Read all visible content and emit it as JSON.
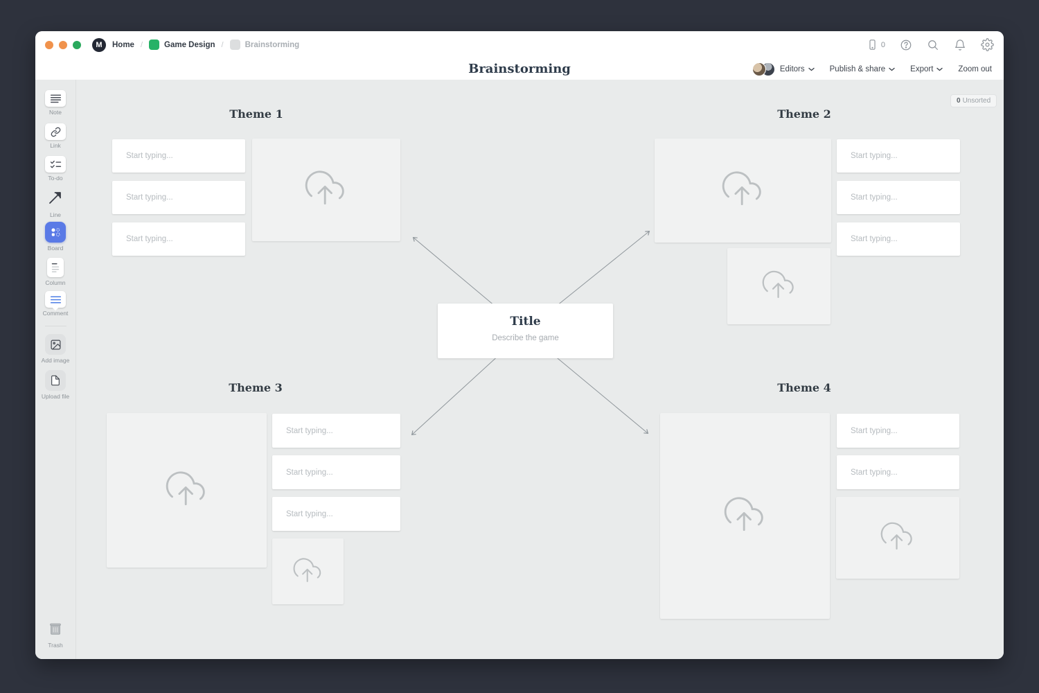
{
  "titlebar": {
    "breadcrumbs": [
      {
        "label": "Home"
      },
      {
        "label": "Game Design"
      },
      {
        "label": "Brainstorming"
      }
    ],
    "separator": "/",
    "device_count": "0"
  },
  "header": {
    "title": "Brainstorming",
    "editors_label": "Editors",
    "publish_share_label": "Publish & share",
    "export_label": "Export",
    "zoom_out_label": "Zoom out"
  },
  "sidebar": {
    "tools": [
      {
        "label": "Note",
        "icon": "note-icon"
      },
      {
        "label": "Link",
        "icon": "link-icon"
      },
      {
        "label": "To-do",
        "icon": "todo-icon"
      },
      {
        "label": "Line",
        "icon": "line-arrow-icon"
      },
      {
        "label": "Board",
        "icon": "board-icon",
        "active": true
      },
      {
        "label": "Column",
        "icon": "column-icon"
      },
      {
        "label": "Comment",
        "icon": "comment-icon"
      },
      {
        "label": "Add image",
        "icon": "add-image-icon"
      },
      {
        "label": "Upload file",
        "icon": "upload-file-icon"
      }
    ],
    "trash_label": "Trash"
  },
  "canvas": {
    "unsorted_count": "0",
    "unsorted_label": "Unsorted",
    "note_placeholder": "Start typing...",
    "center_card": {
      "title": "Title",
      "subtitle": "Describe the game"
    },
    "themes": [
      {
        "label": "Theme 1"
      },
      {
        "label": "Theme 2"
      },
      {
        "label": "Theme 3"
      },
      {
        "label": "Theme 4"
      }
    ]
  },
  "colors": {
    "outer_background": "#2e323d",
    "canvas_background": "#e9ebeb",
    "board_tool_blue": "#5a7ae6",
    "comment_blue": "#4c7ee6",
    "breadcrumb_green": "#27b267",
    "traffic_orange": "#f0924c",
    "traffic_green": "#2aa95d"
  }
}
